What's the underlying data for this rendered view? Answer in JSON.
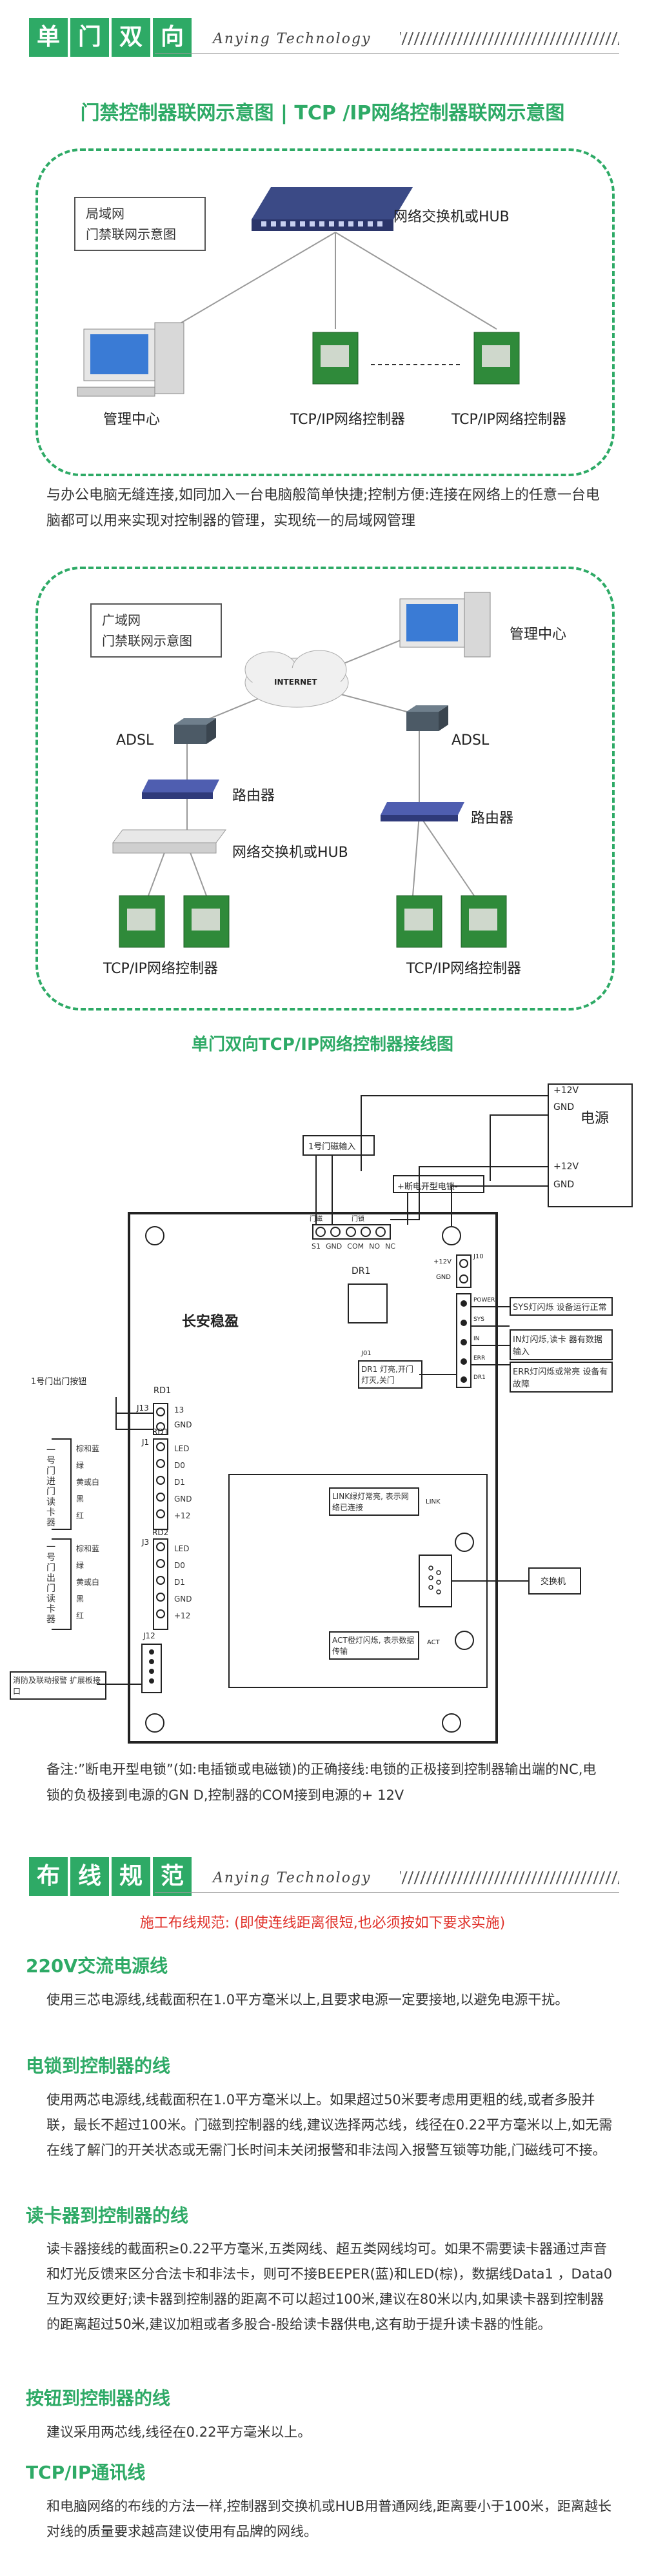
{
  "section1": {
    "tag_chars": [
      "单",
      "门",
      "双",
      "向"
    ],
    "brand": "Anying Technology",
    "title": "门禁控制器联网示意图 | TCP /IP网络控制器联网示意图"
  },
  "lan": {
    "box_label_line1": "局域网",
    "box_label_line2": "门禁联网示意图",
    "switch_label": "网络交换机或HUB",
    "pc_label": "管理中心",
    "ctrl1_label": "TCP/IP网络控制器",
    "ctrl2_label": "TCP/IP网络控制器",
    "dots": "-----------",
    "description": "与办公电脑无缝连接,如同加入一台电脑般简单快捷;控制方便:连接在网络上的任意一台电脑都可以用来实现对控制器的管理，实现统一的局域网管理"
  },
  "wan": {
    "box_label_line1": "广域网",
    "box_label_line2": "门禁联网示意图",
    "internet": "INTERNET",
    "pc_label": "管理中心",
    "adsl_left": "ADSL",
    "adsl_right": "ADSL",
    "router_left": "路由器",
    "router_right": "路由器",
    "switch_label": "网络交换机或HUB",
    "ctrl_left": "TCP/IP网络控制器",
    "ctrl_right": "TCP/IP网络控制器"
  },
  "wiring": {
    "title": "单门双向TCP/IP网络控制器接线图",
    "power": "电源",
    "p12_1": "+12V",
    "gnd_1": "GND",
    "p12_2": "+12V",
    "gnd_2": "GND",
    "door_sensor": "1号门磁输入",
    "lock_label": "+断电开型电锁-",
    "board_brand": "长安稳盈",
    "dr1": "DR1",
    "j01": "J01",
    "terminals": [
      "S1",
      "GND",
      "COM",
      "NO",
      "NC"
    ],
    "term_top_a": "门磁",
    "term_top_b": "门锁",
    "pwr_pins": [
      "+12V",
      "GND"
    ],
    "j10": "J10",
    "led_labels": [
      "POWER",
      "SYS",
      "IN",
      "ERR",
      "DR1"
    ],
    "sys_note": "SYS灯闪烁 设备运行正常",
    "in_note": "IN灯闪烁,读卡 器有数据输入",
    "err_note": "ERR灯闪烁或常亮 设备有故障",
    "dr1_note": "DR1 灯亮,开门 灯灭,关门",
    "exit_button": "1号门出门按钮",
    "rd1_a": "RD1",
    "j13": "J13",
    "j13_pins": [
      "13",
      "GND"
    ],
    "reader1_side": "一号门进门读卡器",
    "reader2_side": "一号门出门读卡器",
    "j1": "J1",
    "j3": "J3",
    "rd1": "RD1",
    "rd2": "RD2",
    "wire_colors": [
      "棕和蓝",
      "绿",
      "黄或白",
      "黑",
      "红"
    ],
    "pins": [
      "LED",
      "D0",
      "D1",
      "GND",
      "+12"
    ],
    "link_note": "LINK绿灯常亮, 表示网络已连接",
    "link": "LINK",
    "act_note": "ACT橙灯闪烁, 表示数据传输",
    "act": "ACT",
    "switch": "交换机",
    "j12": "J12",
    "fire_note": "消防及联动报警 扩展板接口",
    "remark": "备注:”断电开型电锁”(如:电插锁或电磁锁)的正确接线:电锁的正极接到控制器输出端的NC,电锁的负极接到电源的GN D,控制器的COM接到电源的+ 12V"
  },
  "section2": {
    "tag_chars": [
      "布",
      "线",
      "规",
      "范"
    ],
    "brand": "Anying Technology",
    "note": "施工布线规范: (即使连线距离很短,也必须按如下要求实施)"
  },
  "rules": [
    {
      "title": "220V交流电源线",
      "text": "使用三芯电源线,线截面积在1.0平方毫米以上,且要求电源一定要接地,以避免电源干扰。"
    },
    {
      "title": "电锁到控制器的线",
      "text": "使用两芯电源线,线截面积在1.0平方毫米以上。如果超过50米要考虑用更粗的线,或者多股并联，最长不超过100米。门磁到控制器的线,建议选择两芯线，线径在0.22平方毫米以上,如无需在线了解门的开关状态或无需门长时间未关闭报警和非法闯入报警互锁等功能,门磁线可不接。"
    },
    {
      "title": "读卡器到控制器的线",
      "text": "读卡器接线的截面积≥0.22平方毫米,五类网线、超五类网线均可。如果不需要读卡器通过声音和灯光反馈来区分合法卡和非法卡，则可不接BEEPER(蓝)和LED(棕)，数据线Data1 ，Data0互为双绞更好;读卡器到控制器的距离不可以超过100米,建议在80米以内,如果读卡器到控制器的距离超过50米,建议加粗或者多股合-股给读卡器供电,这有助于提升读卡器的性能。"
    },
    {
      "title": "按钮到控制器的线",
      "text": "建议采用两芯线,线径在0.22平方毫米以上。"
    },
    {
      "title": "TCP/IP通讯线",
      "text": "和电脑网络的布线的方法一样,控制器到交换机或HUB用普通网线,距离要小于100米，距离越长对线的质量要求越高建议使用有品牌的网线。"
    }
  ]
}
